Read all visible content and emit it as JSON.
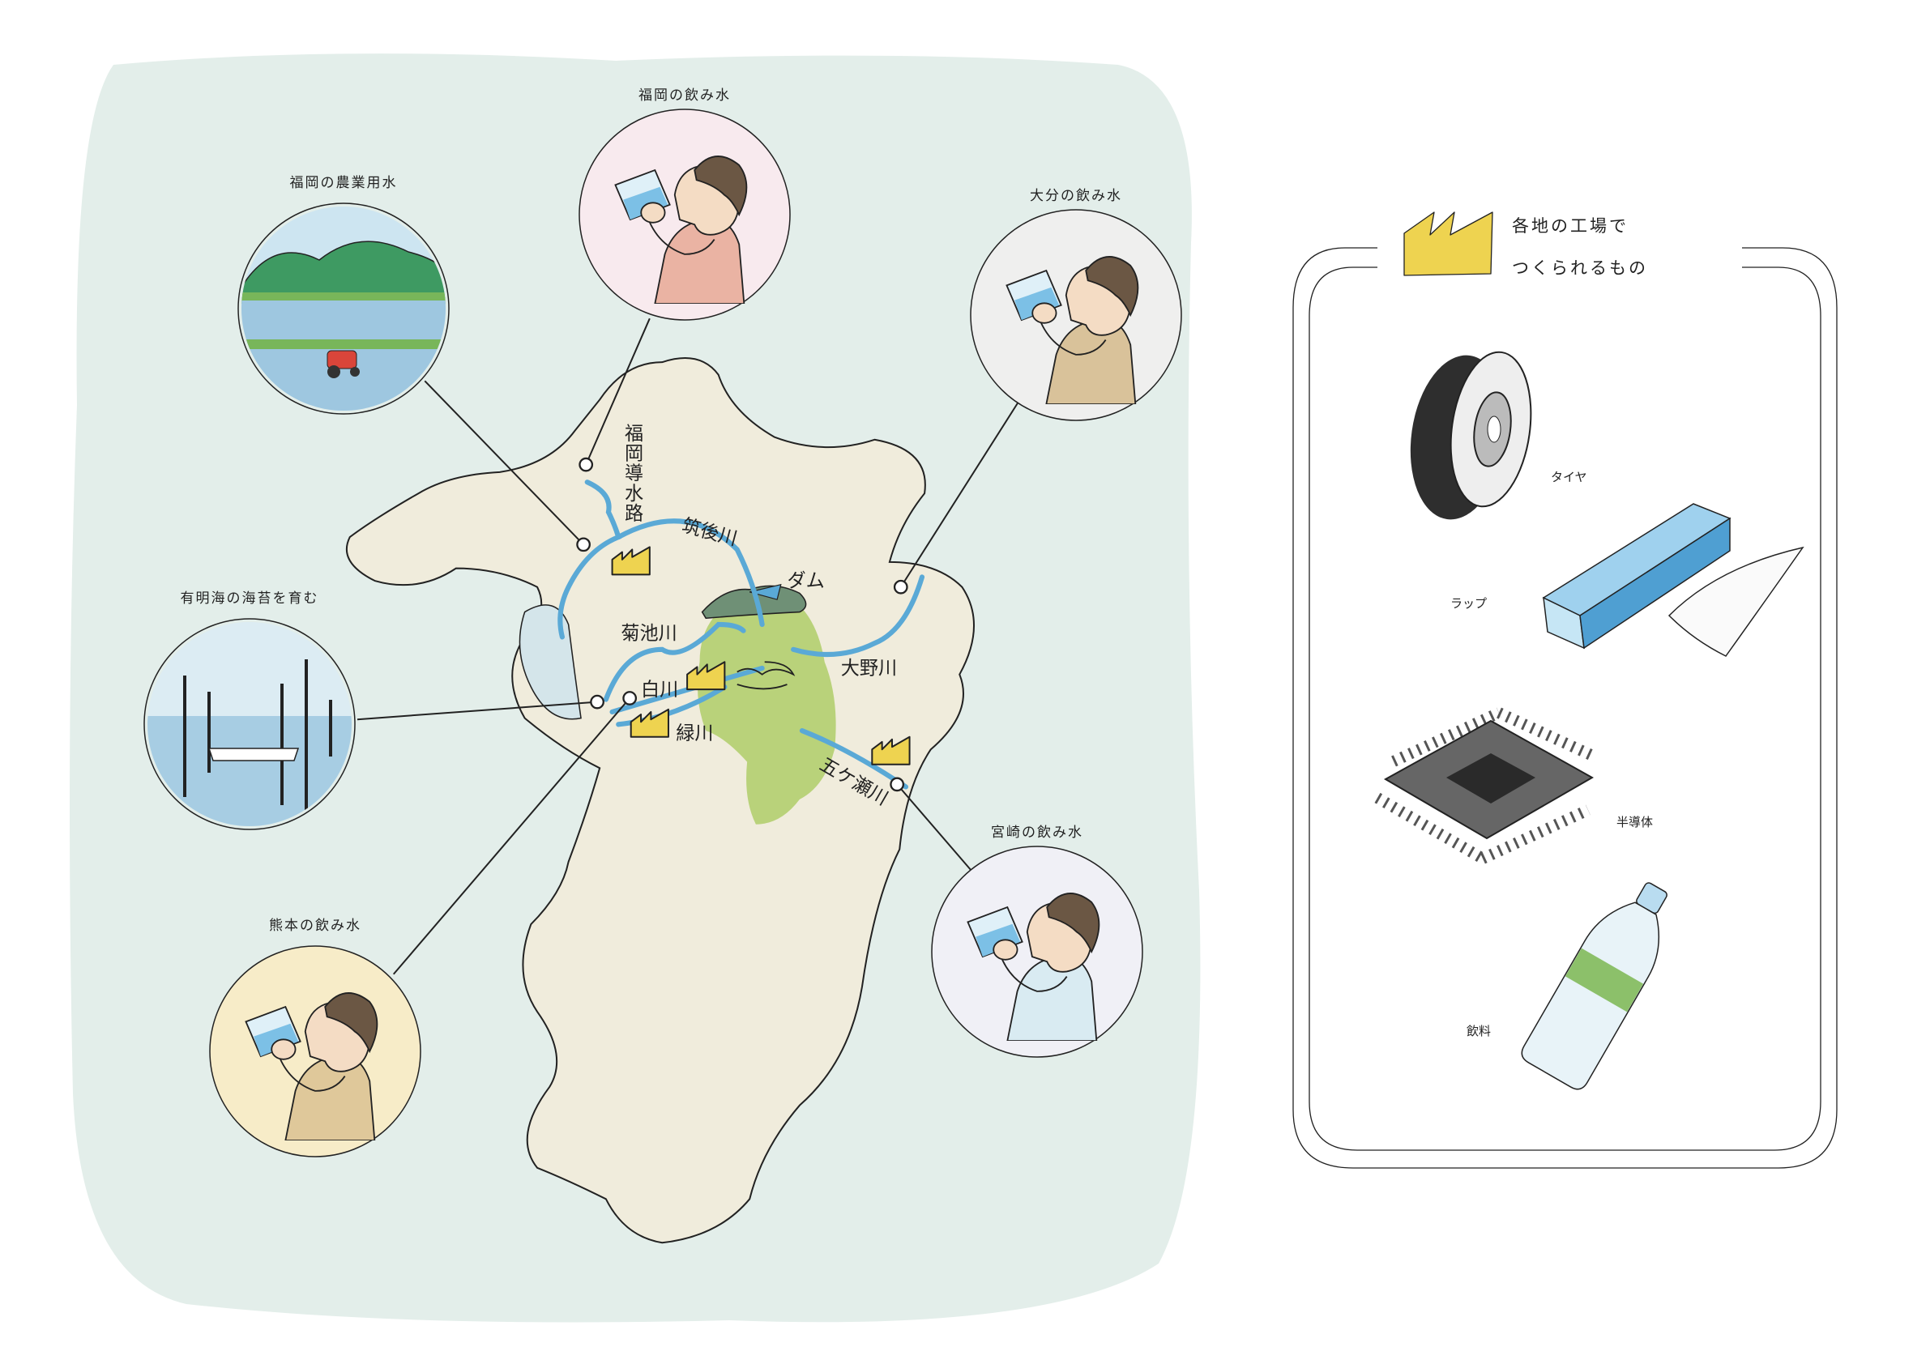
{
  "callouts": {
    "fukuoka_drinking": "福岡の飲み水",
    "fukuoka_agri": "福岡の農業用水",
    "oita_drinking": "大分の飲み水",
    "ariake_nori": "有明海の海苔を育む",
    "kumamoto_drinking": "熊本の飲み水",
    "miyazaki_drinking": "宮崎の飲み水"
  },
  "map_labels": {
    "canal": [
      "福",
      "岡",
      "導",
      "水",
      "路"
    ],
    "chikugo": "筑後川",
    "dam": "ダム",
    "kikuchi": "菊池川",
    "shirakawa": "白川",
    "midori": "緑川",
    "ono": "大野川",
    "gokase": "五ケ瀬川"
  },
  "panel": {
    "heading_line1": "各地の工場で",
    "heading_line2": "つくられるもの",
    "items": [
      {
        "label": "タイヤ",
        "icon": "tire-icon"
      },
      {
        "label": "ラップ",
        "icon": "plastic-wrap-icon"
      },
      {
        "label": "半導体",
        "icon": "semiconductor-chip-icon"
      },
      {
        "label": "飲料",
        "icon": "water-bottle-icon"
      }
    ]
  },
  "colors": {
    "sea": "#e3eeea",
    "land": "#f0ecdc",
    "aso_green": "#b9d27a",
    "river": "#5aa9d6",
    "factory": "#eed350"
  }
}
